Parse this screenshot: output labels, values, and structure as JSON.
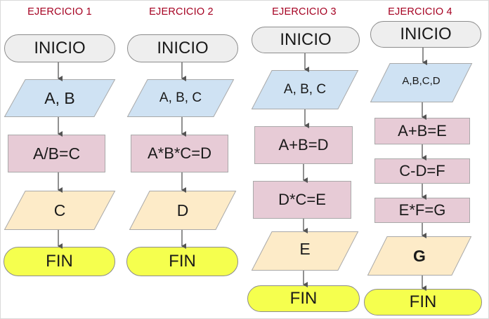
{
  "colors": {
    "title": "#a50021",
    "start_fill": "#eeeeee",
    "end_fill": "#f5ff4e",
    "input_fill": "#cfe2f3",
    "process_fill": "#e7cbd6",
    "output_fill": "#fdebc8",
    "arrow": "#555555"
  },
  "exercises": [
    {
      "title": "EJERCICIO 1",
      "start": "INICIO",
      "input": "A, B",
      "processes": [
        "A/B=C"
      ],
      "output": "C",
      "end": "FIN"
    },
    {
      "title": "EJERCICIO 2",
      "start": "INICIO",
      "input": "A, B, C",
      "processes": [
        "A*B*C=D"
      ],
      "output": "D",
      "end": "FIN"
    },
    {
      "title": "EJERCICIO 3",
      "start": "INICIO",
      "input": "A, B, C",
      "processes": [
        "A+B=D",
        "D*C=E"
      ],
      "output": "E",
      "end": "FIN"
    },
    {
      "title": "EJERCICIO 4",
      "start": "INICIO",
      "input": "A,B,C,D",
      "processes": [
        "A+B=E",
        "C-D=F",
        "E*F=G"
      ],
      "output": "G",
      "end": "FIN"
    }
  ]
}
